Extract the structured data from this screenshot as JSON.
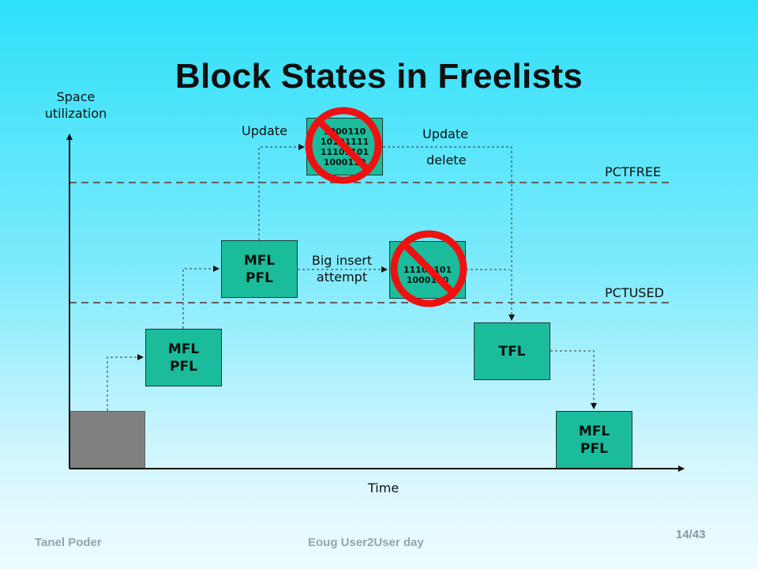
{
  "title": "Block States in Freelists",
  "axes": {
    "y_label_line1": "Space",
    "y_label_line2": "utilization",
    "x_label": "Time"
  },
  "thresholds": {
    "pctfree": "PCTFREE",
    "pctused": "PCTUSED"
  },
  "blocks": {
    "b1": {
      "line1": "MFL",
      "line2": "PFL"
    },
    "b2": {
      "line1": "MFL",
      "line2": "PFL"
    },
    "tfl": {
      "label": "TFL"
    },
    "b4": {
      "line1": "MFL",
      "line2": "PFL"
    },
    "update_block": {
      "rows": [
        "1000110",
        "10101111",
        "11101101",
        "1000110"
      ]
    },
    "insert_block": {
      "rows": [
        "11101101",
        "1000110"
      ]
    }
  },
  "actions": {
    "update_left": "Update",
    "update_right": "Update",
    "delete": "delete",
    "big_insert_line1": "Big insert",
    "big_insert_line2": "attempt"
  },
  "footer": {
    "author": "Tanel Poder",
    "event": "Eoug User2User day",
    "page": "14/43"
  },
  "colors": {
    "block": "#1abc9c",
    "prohibited": "#ee1111",
    "dashed_line": "#606060"
  }
}
